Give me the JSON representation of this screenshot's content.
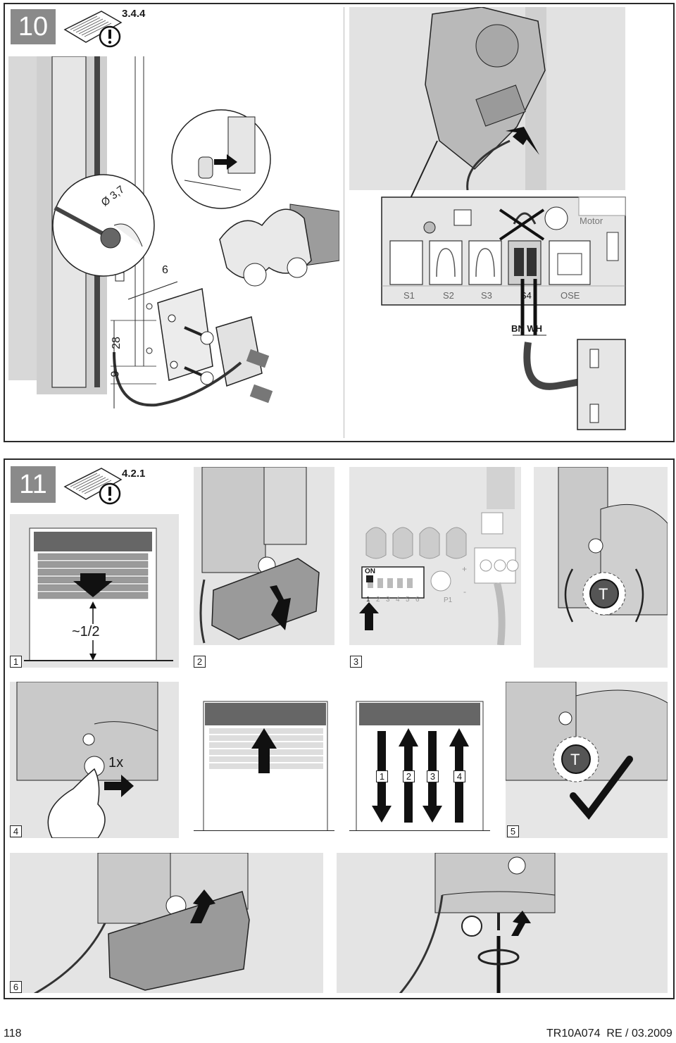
{
  "section10": {
    "number": "10",
    "reference": "3.4.4",
    "dimensions": {
      "diameter": "Ø 3,7",
      "offset": "6",
      "spacing": "28",
      "bottom": "9"
    },
    "board": {
      "motor_label": "Motor",
      "terminals": [
        "S1",
        "S2",
        "S3",
        "S4",
        "OSE"
      ],
      "wire_label": "BN WH"
    }
  },
  "section11": {
    "number": "11",
    "reference": "4.2.1",
    "half_label": "~1/2",
    "press_label": "1x",
    "dip_on_label": "ON",
    "dip_numbers": [
      "1",
      "2",
      "3",
      "4",
      "5",
      "6"
    ],
    "pot_label": "P1",
    "plus_label": "+",
    "minus_label": "-",
    "run_numbers": [
      "1",
      "2",
      "3",
      "4"
    ],
    "screw_label": "T",
    "steps": [
      "1",
      "2",
      "3",
      "4",
      "5",
      "6"
    ]
  },
  "footer": {
    "page_number": "118",
    "doc_code": "TR10A074  RE / 03.2009"
  }
}
